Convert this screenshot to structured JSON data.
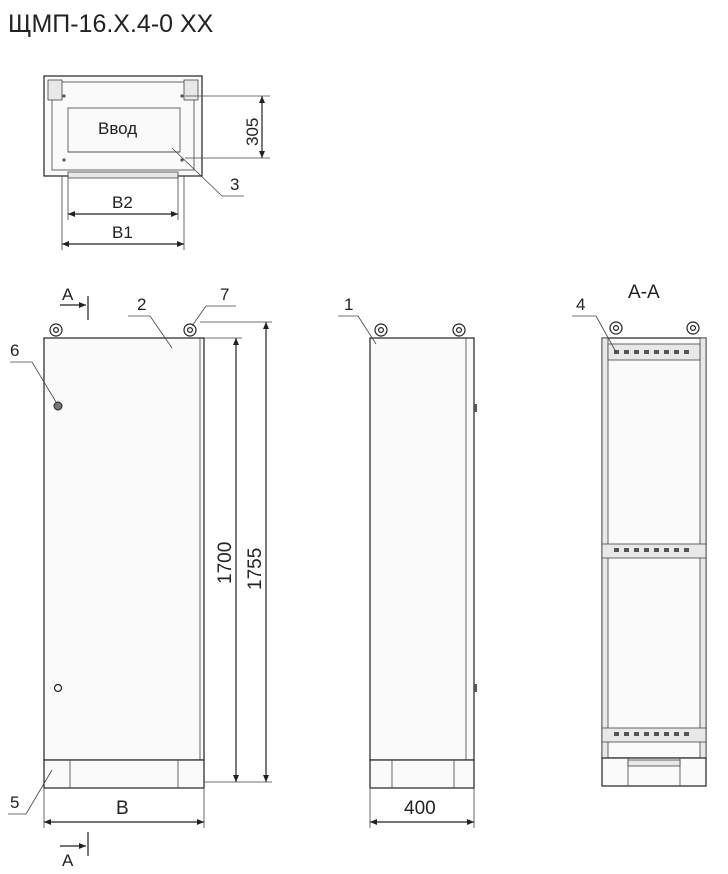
{
  "title": "ЩМП-16.Х.4-0 ХХ",
  "top_view": {
    "label_entry": "Ввод",
    "dim_depth": "305",
    "dim_b2": "В2",
    "dim_b1": "В1",
    "callout_3": "3"
  },
  "front_view": {
    "section_a_top": "А",
    "section_a_bottom": "А",
    "callout_2": "2",
    "callout_5": "5",
    "callout_6": "6",
    "callout_7": "7",
    "dim_1700": "1700",
    "dim_1755": "1755",
    "dim_width": "В"
  },
  "side_view": {
    "callout_1": "1",
    "dim_400": "400"
  },
  "section_view": {
    "title": "А-А",
    "callout_4": "4"
  }
}
